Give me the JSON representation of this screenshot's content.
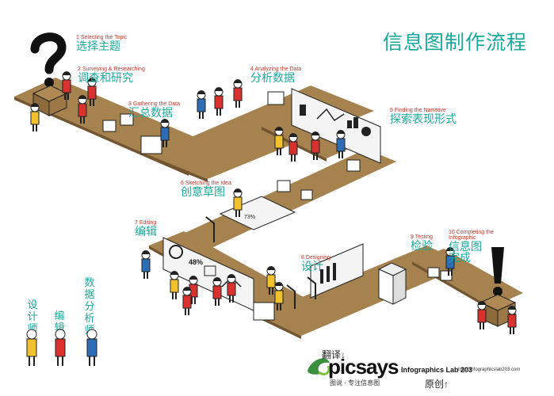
{
  "title": "信息图制作流程",
  "steps": [
    {
      "num": "1",
      "en": "Selecting the Topic",
      "cn": "选择主题"
    },
    {
      "num": "2",
      "en": "Surveying & Researching",
      "cn": "调查和研究"
    },
    {
      "num": "3",
      "en": "Gathering the Data",
      "cn": "汇总数据"
    },
    {
      "num": "4",
      "en": "Analyzing the Data",
      "cn": "分析数据"
    },
    {
      "num": "5",
      "en": "Finding the Narrative",
      "cn": "探索表现形式"
    },
    {
      "num": "6",
      "en": "Sketching the Idea",
      "cn": "创意草图"
    },
    {
      "num": "7",
      "en": "Editing",
      "cn": "编辑"
    },
    {
      "num": "8",
      "en": "Designing",
      "cn": "设计"
    },
    {
      "num": "9",
      "en": "Testing",
      "cn": "检验"
    },
    {
      "num": "10",
      "en": "Completing the Infographic",
      "cn": "信息图完成"
    }
  ],
  "legend": [
    {
      "label": "设计师",
      "color": "#f2c12e"
    },
    {
      "label": "编辑",
      "color": "#d9322e"
    },
    {
      "label": "数据分析师",
      "color": "#2d6db5"
    }
  ],
  "figure_text": {
    "chart_value": "48%",
    "sketch_value": "73%"
  },
  "footer": {
    "translate_label": "翻译↓",
    "brand": "picsays",
    "brand_sub": "图说 · 专注信息图",
    "lab": "Infographics Lab 203",
    "url": "http://infographicslab203.com",
    "original_label": "原创↑"
  },
  "colors": {
    "floor": "#a6824f",
    "floor_dark": "#735630",
    "teal": "#1aa99b",
    "red_text": "#c0392b",
    "designer": "#f2c12e",
    "editor": "#d9322e",
    "analyst": "#2d6db5"
  }
}
